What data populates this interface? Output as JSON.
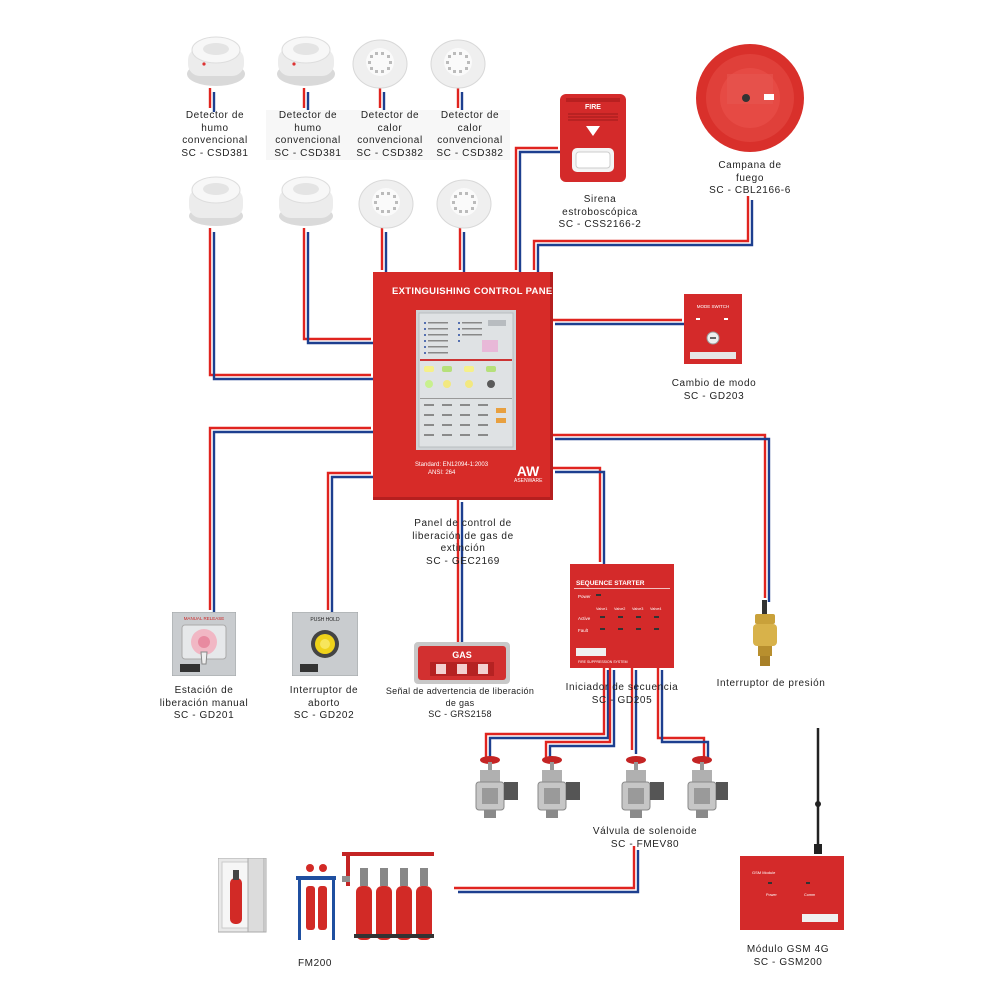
{
  "panel": {
    "title": "EXTINGUISHING CONTROL PANEL",
    "brand": "ASENWARE",
    "logo": "AW",
    "standard_line1": "Standard: EN12094-1:2003",
    "standard_line2": "ANSI: 264"
  },
  "labels": {
    "smoke1": [
      "Detector de",
      "humo",
      "convencional",
      "SC - CSD381"
    ],
    "smoke2": [
      "Detector de",
      "humo",
      "convencional",
      "SC - CSD381"
    ],
    "heat1": [
      "Detector de",
      "calor",
      "convencional",
      "SC - CSD382"
    ],
    "heat2": [
      "Detector de",
      "calor",
      "convencional",
      "SC - CSD382"
    ],
    "siren": [
      "Sirena",
      "estroboscópica",
      "SC - CSS2166-2"
    ],
    "bell": [
      "Campana de",
      "fuego",
      "SC - CBL2166-6"
    ],
    "mode": [
      "Cambio de modo",
      "SC - GD203"
    ],
    "panel": [
      "Panel de control de",
      "liberación de gas de",
      "extinción",
      "SC - GEC2169"
    ],
    "manual": [
      "Estación de",
      "liberación manual",
      "SC - GD201"
    ],
    "abort": [
      "Interruptor de",
      "aborto",
      "SC - GD202"
    ],
    "gas_sign": [
      "Señal de advertencia de liberación",
      "de gas",
      "SC - GRS2158"
    ],
    "sequence": [
      "Iniciador de secuencia",
      "SC - GD205"
    ],
    "pressure": [
      "Interruptor de presión"
    ],
    "solenoid": [
      "Válvula de solenoide",
      "SC - FMEV80"
    ],
    "fm200": [
      "FM200"
    ],
    "gsm": [
      "Módulo GSM 4G",
      "SC - GSM200"
    ]
  },
  "device_text": {
    "siren_tag": "FIRE",
    "mode_switch_title": "MODE SWITCH",
    "abort_title": "PUSH HOLD",
    "manual_title": "MANUAL RELEASE",
    "gas_sign_text": "GAS",
    "seq_title": "SEQUENCE STARTER",
    "seq_power": "Power",
    "seq_active": "Active",
    "seq_fault": "Fault",
    "seq_valves": [
      "Valve1",
      "Valve2",
      "Valve3",
      "Valve4"
    ],
    "seq_footer": "FIRE SUPPRESSION SYSTEM",
    "gsm_title": "GSM Module",
    "gsm_power": "Power",
    "gsm_comm": "Comm"
  },
  "colors": {
    "device_red": "#d42a2a",
    "wire_red": "#e0241f",
    "wire_blue": "#1d3f8f"
  }
}
